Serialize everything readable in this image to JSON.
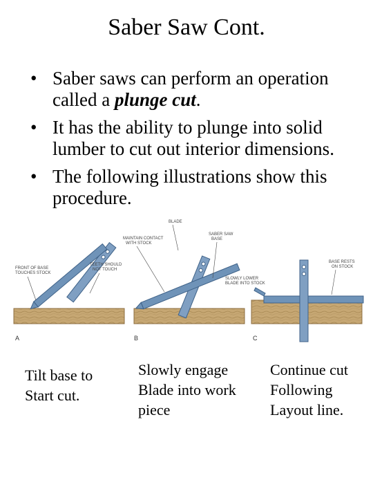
{
  "slide": {
    "title": "Saber Saw Cont",
    "title_suffix": ".",
    "bullets": [
      {
        "before": "Saber saws can perform an operation called a ",
        "emphasis": "plunge cut",
        "after": "."
      },
      {
        "before": "It has the ability to plunge into solid lumber to cut out interior dimensions.",
        "emphasis": "",
        "after": ""
      },
      {
        "before": "The following illustrations show this procedure.",
        "emphasis": "",
        "after": ""
      }
    ],
    "bullet_glyph": "•"
  },
  "figure": {
    "panels": [
      "A",
      "B",
      "C"
    ],
    "callouts": {
      "front_of_base": "FRONT OF BASE",
      "touches_stock": "TOUCHES STOCK",
      "teeth_should": "TEETH SHOULD",
      "not_touch": "NOT TOUCH",
      "blade": "BLADE",
      "maintain_contact": "MAINTAIN CONTACT",
      "with_stock": "WITH STOCK",
      "saber_saw": "SABER SAW",
      "base": "BASE",
      "slowly_lower": "SLOWLY LOWER",
      "blade_into_stock": "BLADE INTO STOCK",
      "base_rests": "BASE RESTS",
      "on_stock": "ON STOCK"
    },
    "colors": {
      "saw": "#6f93b8",
      "saw_dark": "#3f6288",
      "lumber": "#c6a773",
      "lumber_dark": "#8c6d3f"
    }
  },
  "captions": {
    "a": [
      "Tilt base to",
      "Start cut."
    ],
    "b": [
      "Slowly engage",
      "Blade into work",
      "piece"
    ],
    "c": [
      "Continue cut",
      "Following",
      "Layout line."
    ]
  }
}
